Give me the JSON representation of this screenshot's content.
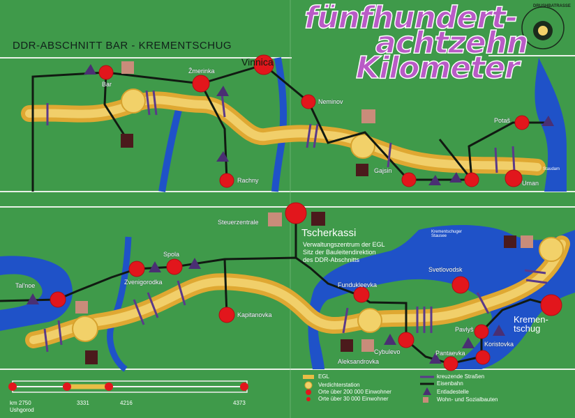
{
  "header": {
    "section_title": "DDR-ABSCHNITT BAR - KREMENTSCHUG",
    "title_line1": "fünfhundert-",
    "title_line2": "achtzehn",
    "title_line3": "Kilometer",
    "emblem_text": "DRUSHBATRASSE"
  },
  "colors": {
    "background": "#3f9a4a",
    "pipeline": "#e8bd45",
    "river": "#1f52c8",
    "railway": "#111a12",
    "town": "#e2161c",
    "road": "#5a3a8a",
    "title": "#b95bc6"
  },
  "top_map": {
    "towns": [
      "Bar",
      "Žmerinka",
      "Vinnica",
      "Neminov",
      "Rachny",
      "Gajsin",
      "Potaš",
      "Uman"
    ],
    "region_label": "Staudam"
  },
  "bottom_map": {
    "towns": [
      "Tal'noe",
      "Zvenigorodka",
      "Spola",
      "Kapitanovka",
      "Fundukleevka",
      "Svetlovodsk",
      "Pavlyš",
      "Koristovka",
      "Cybulevo",
      "Pantaevka",
      "Aleksandrovka",
      "Steuerzentrale"
    ],
    "krementschug": "Kremen-\ntschug",
    "reservoir_label": "Krementschuger Stausee",
    "center_title": "Tscherkassi",
    "center_sub1": "Verwaltungszentrum der EGL",
    "center_sub2": "Sitz der Bauleitendirektion",
    "center_sub3": "des DDR-Abschnitts"
  },
  "scale": {
    "km_start": "km 2750",
    "start_label": "Ushgorod",
    "km_mid1": "3331",
    "km_mid2": "4216",
    "end_label": "4373"
  },
  "legend": {
    "col1": [
      "EGL",
      "Verdichterstation",
      "Orte über 200 000 Einwohner",
      "Orte über 30 000 Einwohner"
    ],
    "col2": [
      "kreuzende Straßen",
      "Eisenbahn",
      "Entladestelle",
      "Wohn- und Sozialbauten"
    ]
  }
}
